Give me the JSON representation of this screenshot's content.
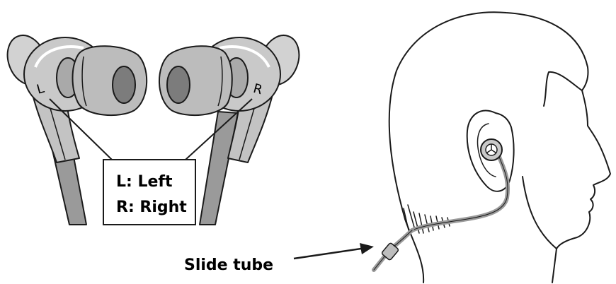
{
  "earbuds": {
    "left_mark": "L",
    "right_mark": "R"
  },
  "legend": {
    "left": "L: Left",
    "right": "R: Right"
  },
  "callout": {
    "slide_tube": "Slide tube"
  },
  "colors": {
    "earbud_body": "#c8c8c8",
    "earbud_dark": "#8a8a8a",
    "eartip": "#b9b9b9",
    "cable": "#9a9a9a",
    "line": "#1a1a1a"
  }
}
